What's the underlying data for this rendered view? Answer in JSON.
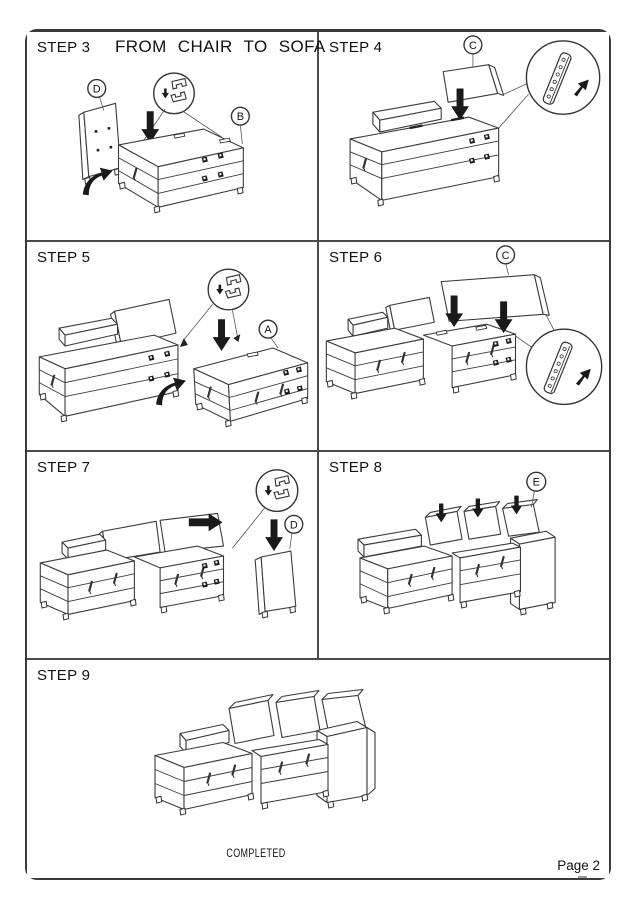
{
  "sheet": {
    "title": "FROM CHAIR TO SOFA",
    "completed": "COMPLETED",
    "page_number": "Page 2"
  },
  "steps": {
    "s3": {
      "label": "STEP 3",
      "part_left": "D",
      "part_right": "B"
    },
    "s4": {
      "label": "STEP 4",
      "part": "C"
    },
    "s5": {
      "label": "STEP 5",
      "part": "A"
    },
    "s6": {
      "label": "STEP 6",
      "part": "C"
    },
    "s7": {
      "label": "STEP 7",
      "part": "D"
    },
    "s8": {
      "label": "STEP 8",
      "part": "E"
    },
    "s9": {
      "label": "STEP 9"
    }
  }
}
